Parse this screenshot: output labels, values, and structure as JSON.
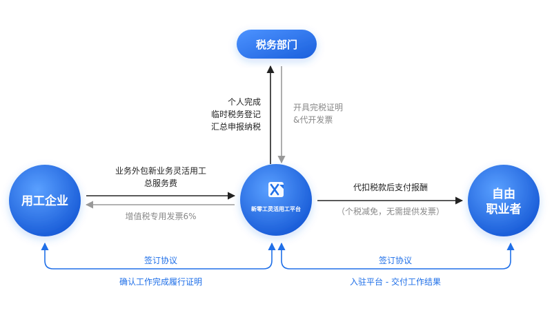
{
  "nodes": {
    "tax_dept": "税务部门",
    "enterprise": "用工企业",
    "platform": "新零工灵活用工平台",
    "freelancer_line1": "自由",
    "freelancer_line2": "职业者"
  },
  "labels": {
    "platform_to_tax": [
      "个人完成",
      "临时税务登记",
      "汇总申报纳税"
    ],
    "tax_to_platform": [
      "开具完税证明",
      "&代开发票"
    ],
    "enterprise_to_platform": [
      "业务外包新业务灵活用工",
      "总服务费"
    ],
    "platform_to_enterprise": "增值税专用发票6%",
    "platform_to_freelancer": "代扣税款后支付报酬",
    "freelancer_note": "（个税减免，无需提供发票）",
    "bottom_left_top": "签订协议",
    "bottom_left_bottom": "确认工作完成履行证明",
    "bottom_right_top": "签订协议",
    "bottom_right_bottom": "入驻平台 - 交付工作结果"
  },
  "colors": {
    "primary_blue": "#1f6fe8",
    "gradient_light": "#4a90ff",
    "gradient_dark": "#1a5fdc",
    "arrow_dark": "#222222",
    "arrow_gray": "#999999"
  }
}
